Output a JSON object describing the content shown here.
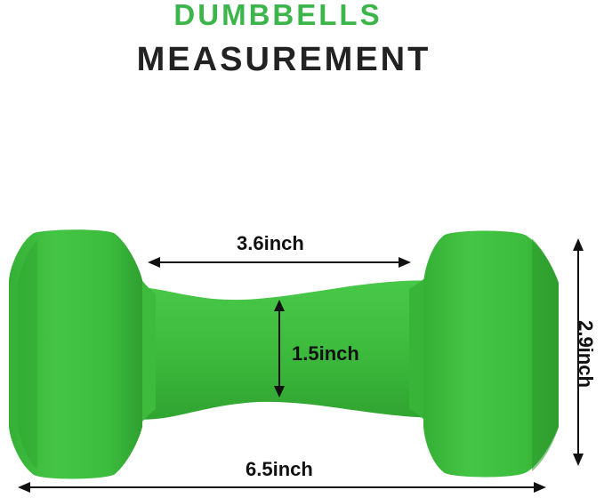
{
  "title": {
    "line1": "DUMBBELLS",
    "line2": "MEASUREMENT"
  },
  "dimensions": {
    "handle_length": "3.6inch",
    "handle_diameter": "1.5inch",
    "total_length": "6.5inch",
    "head_height": "2.9inch"
  },
  "colors": {
    "title_accent": "#3cb54a",
    "title_dark": "#222222",
    "dumbbell_green": "#3dbb3d",
    "dumbbell_shadow": "#2a9a2a",
    "dumbbell_highlight": "#55cf55",
    "arrow": "#111111"
  },
  "icons": {
    "product": "dumbbell-illustration",
    "arrows": "double-headed-arrow"
  }
}
